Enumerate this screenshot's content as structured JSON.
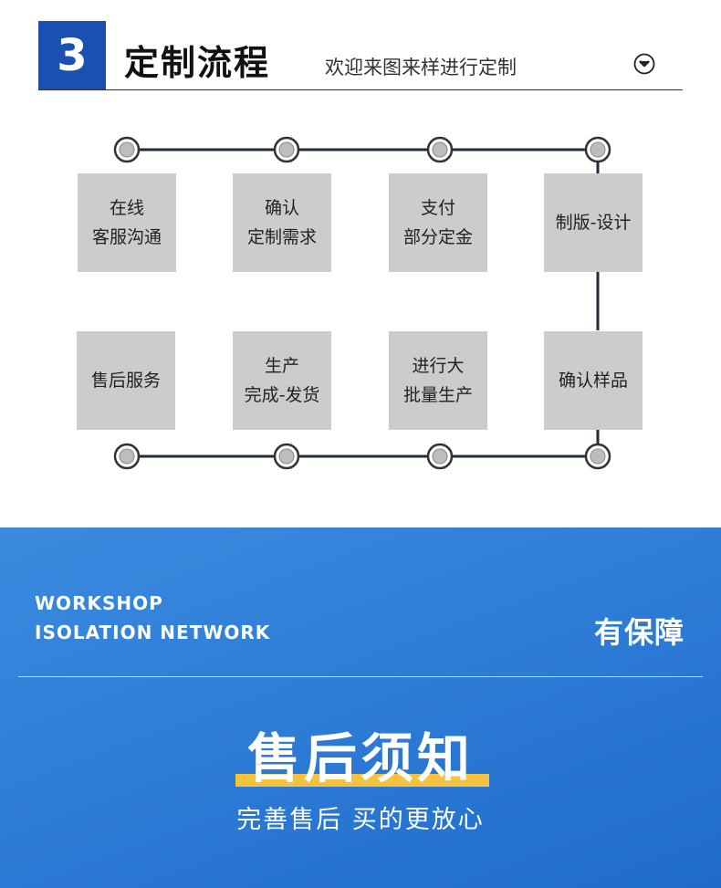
{
  "header": {
    "step_number": "3",
    "title": "定制流程",
    "subtitle": "欢迎来图来样进行定制",
    "expand_icon": "chevron-down-circle-icon"
  },
  "flow": {
    "steps": [
      {
        "lines": [
          "在线",
          "客服沟通"
        ]
      },
      {
        "lines": [
          "确认",
          "定制需求"
        ]
      },
      {
        "lines": [
          "支付",
          "部分定金"
        ]
      },
      {
        "lines": [
          "制版-设计"
        ]
      },
      {
        "lines": [
          "确认样品"
        ]
      },
      {
        "lines": [
          "进行大",
          "批量生产"
        ]
      },
      {
        "lines": [
          "生产",
          "完成-发货"
        ]
      },
      {
        "lines": [
          "售后服务"
        ]
      }
    ],
    "colors": {
      "card": "#cccccc",
      "line": "#1e2d3a",
      "node": "#bdbdbd"
    }
  },
  "banner": {
    "workshop_line1": "WORKSHOP",
    "workshop_line2": "ISOLATION NETWORK",
    "guarantee": "有保障",
    "notice_title": "售后须知",
    "notice_subtitle": "完善售后 买的更放心",
    "colors": {
      "background": "#2e7dd6",
      "highlight": "#f6c23e",
      "step_box": "#1b4fb0"
    }
  }
}
